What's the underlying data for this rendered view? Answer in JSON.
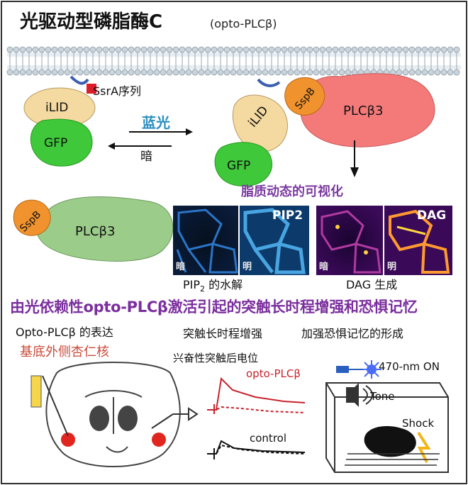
{
  "title": "光驱动型磷脂酶C",
  "subtitle": "(opto-PLCβ)",
  "schematic": {
    "ilid_left": "iLID",
    "gfp_left": "GFP",
    "ssra_label": "SsrA序列",
    "blue_light": "蓝光",
    "dark": "暗",
    "ilid_right": "iLID",
    "gfp_right": "GFP",
    "sspb_right": "SspB",
    "plc_right": "PLCβ3",
    "sspb_free": "SspB",
    "plc_free": "PLCβ3"
  },
  "imaging": {
    "title": "脂质动态的可视化",
    "pip2_panel_label": "PIP2",
    "dag_panel_label": "DAG",
    "dark_tag": "暗",
    "light_tag": "明",
    "pip2_caption_pre": "PIP",
    "pip2_caption_sub": "2",
    "pip2_caption_post": " 的水解",
    "dag_caption": "DAG 生成"
  },
  "headline": "由光依赖性opto-PLCβ激活引起的突触长时程增强和恐惧记忆",
  "bottom": {
    "expression_label": "Opto-PLCβ 的表达",
    "nucleus_label": "基底外侧杏仁核",
    "ltp_label": "突触长时程增强",
    "epsp_label": "兴奋性突触后电位",
    "trace_opto": "opto-PLCβ",
    "trace_control": "control",
    "fear_label": "加强恐惧记忆的形成",
    "laser_label": "470-nm ON",
    "tone_label": "Tone",
    "shock_label": "Shock"
  },
  "colors": {
    "headline": "#7b2f9e",
    "nucleus": "#c84b3a",
    "blue_light": "#2a8fc0",
    "opto_trace": "#c8232c",
    "ilid": "#f4d9a0",
    "gfp": "#3ec83a",
    "plc": "#f47a7a",
    "sspb": "#f0922e",
    "plc_free": "#9ccc8a"
  }
}
